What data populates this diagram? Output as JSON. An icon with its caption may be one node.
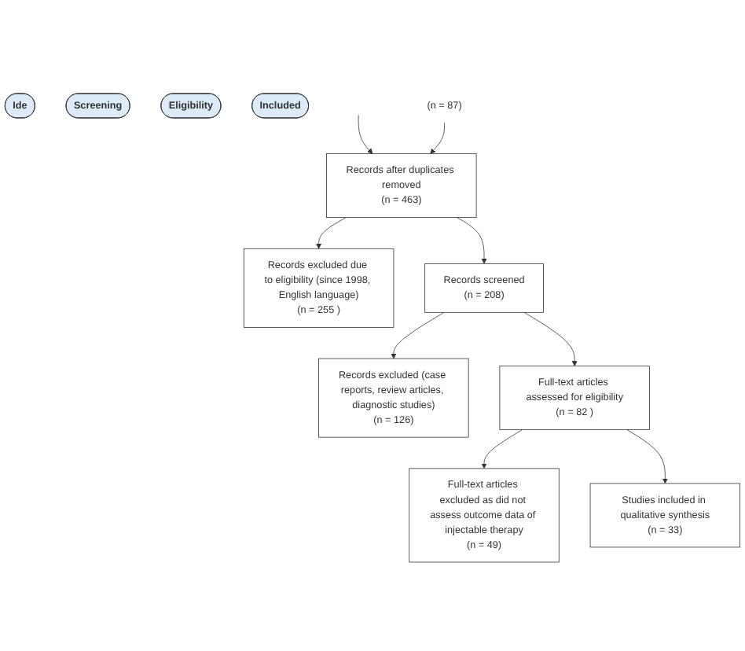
{
  "diagram": {
    "nodes": [
      {
        "text": [
          "Ide"
        ]
      },
      {
        "text": [
          "Screening"
        ]
      },
      {
        "text": [
          "Eligibility"
        ]
      },
      {
        "text": [
          "Included"
        ]
      },
      {
        "text": [
          "(n = 87)"
        ]
      },
      {
        "text": [
          "Records after duplicates removed",
          "(n = 463)"
        ]
      },
      {
        "text": [
          "Records excluded due to eligibility (since 1998, English language)",
          "(n = 255 )"
        ]
      },
      {
        "text": [
          "Records screened",
          "(n = 208)"
        ]
      },
      {
        "text": [
          "Records excluded (case reports, review articles, diagnostic studies)",
          "(n = 126)"
        ]
      },
      {
        "text": [
          "Full-text articles assessed for eligibility",
          "(n = 82 )"
        ]
      },
      {
        "text": [
          "Full-text articles excluded as did not assess outcome data of injectable therapy",
          "(n = 49)"
        ]
      },
      {
        "text": [
          "Studies included in qualitative synthesis",
          "(n = 33)"
        ]
      }
    ],
    "edges": [
      {
        "from": null,
        "to": 5,
        "arrow": "to"
      },
      {
        "from": 4,
        "to": 5,
        "arrow": "to"
      },
      {
        "from": 5,
        "to": 6,
        "arrow": "to"
      },
      {
        "from": 5,
        "to": 7,
        "arrow": "to"
      },
      {
        "from": 7,
        "to": 8,
        "arrow": "to"
      },
      {
        "from": 7,
        "to": 9,
        "arrow": "to"
      },
      {
        "from": 9,
        "to": 10,
        "arrow": "to"
      },
      {
        "from": 9,
        "to": 11,
        "arrow": "to"
      }
    ]
  }
}
